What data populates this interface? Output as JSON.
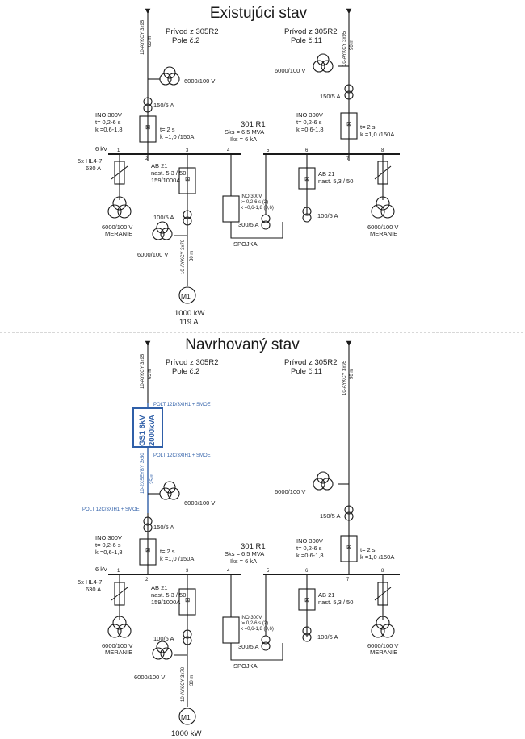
{
  "existing": {
    "title": "Existujúci stav",
    "feeder_left": {
      "line1": "Prívod z 305R2",
      "line2": "Pole č.2",
      "cable": "10-AYKCY 3x95",
      "length": "65 m"
    },
    "feeder_right": {
      "line1": "Prívod z 305R2",
      "line2": "Pole č.11",
      "cable": "10-AYKCY 3x95",
      "length": "90 m"
    },
    "vt_left": "6000/100 V",
    "vt_right": "6000/100 V",
    "ct_left": "150/5 A",
    "ct_right": "150/5 A",
    "ino_left": {
      "l1": "INO 300V",
      "l2": "t= 0,2-6 s",
      "l3": "k =0,6-1,8"
    },
    "ino_right": {
      "l1": "INO 300V",
      "l2": "t= 0,2-6 s",
      "l3": "k =0,6-1,8"
    },
    "relay_left": {
      "l1": "t= 2 s",
      "l2": "k =1,0 /150A"
    },
    "relay_right": {
      "l1": "t= 2 s",
      "l2": "k =1,0 /150A"
    },
    "station": {
      "name": "301 R1",
      "sks": "Sks = 6,5 MVA",
      "iks": "Iks = 6 kA"
    },
    "bus_voltage": "6 kV",
    "fuses": {
      "l1": "5x HL4-7",
      "l2": "630 A"
    },
    "field_numbers": [
      "1",
      "2",
      "3",
      "4",
      "5",
      "6",
      "7",
      "8"
    ],
    "ab21_left": {
      "l1": "AB 21",
      "l2": "nast. 5,3 / 50",
      "l3": "159/1000A"
    },
    "ab21_right": {
      "l1": "AB 21",
      "l2": "nast. 5,3 / 50"
    },
    "coupler_relay": {
      "l1": "INO 300V",
      "l2": "t= 0,2-6 s (2)",
      "l3": "k =0,6-1,8 (0,6)"
    },
    "ct_coupler": "300/5 A",
    "ct_motor": "100/5 A",
    "ct_field6": "100/5 A",
    "vt_motor": "6000/100 V",
    "spojka": "SPOJKA",
    "metering_left": {
      "l1": "6000/100 V",
      "l2": "MERANIE"
    },
    "metering_right": {
      "l1": "6000/100 V",
      "l2": "MERANIE"
    },
    "motor_cable": "10-AYKCY 3x70",
    "motor_length": "30 m",
    "motor": {
      "label": "M1",
      "power": "1000 kW",
      "current": "119 A"
    }
  },
  "proposed": {
    "title": "Navrhovaný stav",
    "feeder_left": {
      "line1": "Prívod z 305R2",
      "line2": "Pole č.2",
      "cable": "10-AYKCY 3x95",
      "length": "65 m"
    },
    "feeder_right": {
      "line1": "Prívod z 305R2",
      "line2": "Pole č.11",
      "cable": "10-AYKCY 3x95",
      "length": "90 m"
    },
    "polt_top": "POLT 12D/3XIH1 + SMOE",
    "gs1": {
      "l1": "GS1 6kV",
      "l2": "2000kVA"
    },
    "polt_mid": "POLT 12C/3XIH1 + SMOE",
    "cable_new": "10-2XSEYBY 3x50",
    "cable_new_length": "25 m",
    "polt_bottom": "POLT 12C/3XIH1 + SMOE",
    "vt_left": "6000/100 V",
    "vt_right": "6000/100 V",
    "ct_left": "150/5 A",
    "ct_right": "150/5 A",
    "ino_left": {
      "l1": "INO 300V",
      "l2": "t= 0,2-6 s",
      "l3": "k =0,6-1,8"
    },
    "ino_right": {
      "l1": "INO 300V",
      "l2": "t= 0,2-6 s",
      "l3": "k =0,6-1,8"
    },
    "relay_left": {
      "l1": "t= 2 s",
      "l2": "k =1,0 /150A"
    },
    "relay_right": {
      "l1": "t= 2 s",
      "l2": "k =1,0 /150A"
    },
    "station": {
      "name": "301 R1",
      "sks": "Sks = 6,5 MVA",
      "iks": "Iks = 6 kA"
    },
    "bus_voltage": "6 kV",
    "fuses": {
      "l1": "5x HL4-7",
      "l2": "630 A"
    },
    "field_numbers": [
      "1",
      "2",
      "3",
      "4",
      "5",
      "6",
      "7",
      "8"
    ],
    "ab21_left": {
      "l1": "AB 21",
      "l2": "nast. 5,3 / 50",
      "l3": "159/1000A"
    },
    "ab21_right": {
      "l1": "AB 21",
      "l2": "nast. 5,3 / 50"
    },
    "coupler_relay": {
      "l1": "INO 300V",
      "l2": "t= 0,2-6 s (2)",
      "l3": "k =0,6-1,8 (0,6)"
    },
    "ct_coupler": "300/5 A",
    "ct_motor": "100/5 A",
    "ct_field6": "100/5 A",
    "vt_motor": "6000/100 V",
    "spojka": "SPOJKA",
    "metering_left": {
      "l1": "6000/100 V",
      "l2": "MERANIE"
    },
    "metering_right": {
      "l1": "6000/100 V",
      "l2": "MERANIE"
    },
    "motor_cable": "10-AYKCY 3x70",
    "motor_length": "30 m",
    "motor": {
      "label": "M1",
      "power": "1000 kW"
    }
  }
}
